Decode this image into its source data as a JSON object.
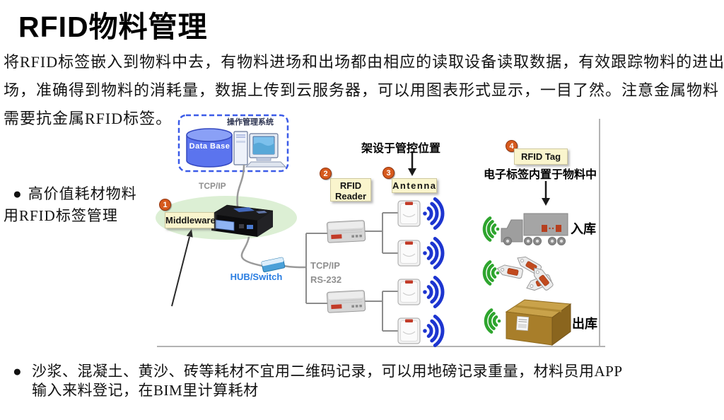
{
  "title": "RFID物料管理",
  "intro_lines": [
    "将RFID标签嵌入到物料中去，有物料进场和出场都由相应的读取设备读取数据，有效跟踪物料的进出",
    "场，准确得到物料的消耗量，数据上传到云服务器，可以用图表形式显示，一目了然。注意金属物料",
    "需要抗金属RFID标签。"
  ],
  "bullets": {
    "bullet_symbol": "●",
    "item1": {
      "line1": "高价值耗材物料",
      "line2": "用RFID标签管理"
    },
    "item2_lines": [
      "沙浆、混凝土、黄沙、砖等耗材不宜用二维码记录，可以用地磅记录重量，材料员用APP",
      "输入来料登记，在BIM里计算耗材"
    ]
  },
  "diagram": {
    "system_box_label": "操作管理系统",
    "database_label": "Data Base",
    "tcpip_top_label": "TCP/IP",
    "step1": {
      "num": "1",
      "label": "Middleware"
    },
    "hub_label": "HUB/Switch",
    "link_labels": {
      "line1": "TCP/IP",
      "line2": "RS-232"
    },
    "step2": {
      "num": "2",
      "label_line1": "RFID",
      "label_line2": "Reader"
    },
    "step3": {
      "num": "3",
      "label": "Antenna",
      "note": "架设于管控位置"
    },
    "step4": {
      "num": "4",
      "label": "RFID Tag",
      "note": "电子标签内置于物料中"
    },
    "inbound_label": "入库",
    "outbound_label": "出库"
  },
  "colors": {
    "wifi_blue": "#1d35d0",
    "wave_green": "#2ea52e",
    "badge_orange": "#d65a1e",
    "label_yellow": "#faf5cd",
    "database_blue": "#5b74ee",
    "hub_text_blue": "#2a7de1",
    "ellipse_green": "#dcefd4",
    "box_brown": "#a87e2a"
  }
}
